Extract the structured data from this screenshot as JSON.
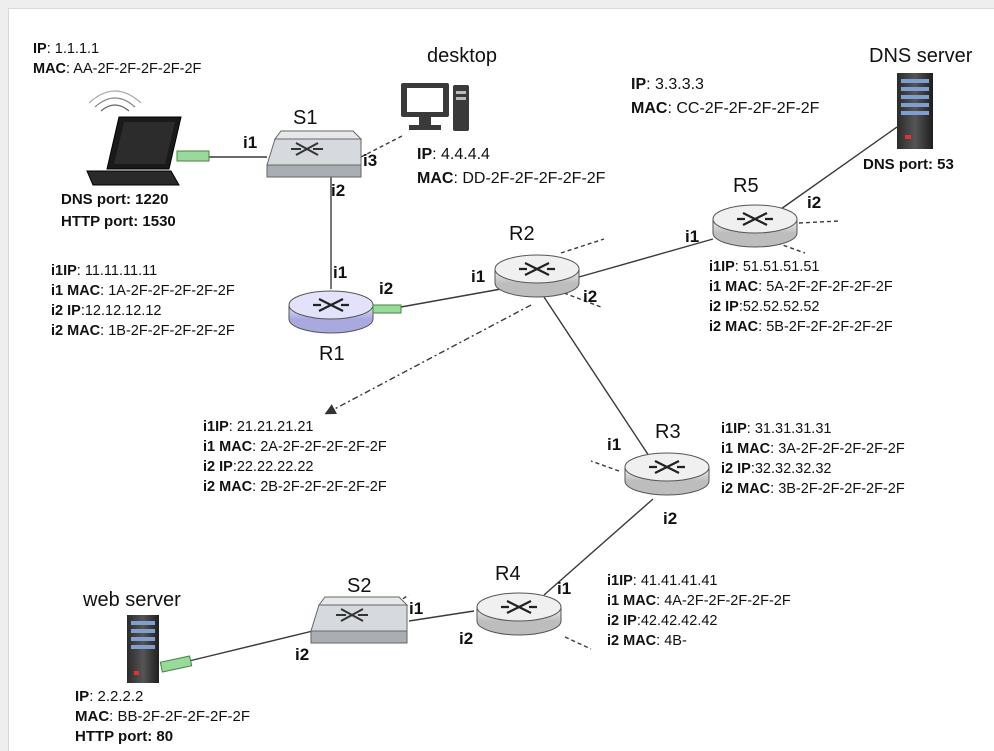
{
  "devices": {
    "desktop": "desktop",
    "dns_server": "DNS server",
    "web_server": "web server",
    "s1": "S1",
    "s2": "S2",
    "r1": "R1",
    "r2": "R2",
    "r3": "R3",
    "r4": "R4",
    "r5": "R5"
  },
  "laptop": {
    "ip_label": "IP",
    "ip": ": 1.1.1.1",
    "mac_label": "MAC",
    "mac": ": AA-2F-2F-2F-2F-2F",
    "dns_port": "DNS port: 1220",
    "http_port": "HTTP port: 1530"
  },
  "desktop_info": {
    "ip_label": "IP",
    "ip": ": 4.4.4.4",
    "mac_label": "MAC",
    "mac": ": DD-2F-2F-2F-2F-2F"
  },
  "dns_info": {
    "ip_label": "IP",
    "ip": ": 3.3.3.3",
    "mac_label": "MAC",
    "mac": ": CC-2F-2F-2F-2F-2F",
    "port": "DNS port: 53"
  },
  "web_info": {
    "ip_label": "IP",
    "ip": ": 2.2.2.2",
    "mac_label": "MAC",
    "mac": ": BB-2F-2F-2F-2F-2F",
    "port": "HTTP port: 80"
  },
  "r1_info": {
    "i1ip_label": "i1IP",
    "i1ip": ": 11.11.11.11",
    "i1mac_label": "i1 MAC",
    "i1mac": ": 1A-2F-2F-2F-2F-2F",
    "i2ip_label": "i2 IP",
    "i2ip": ":12.12.12.12",
    "i2mac_label": "i2 MAC",
    "i2mac": ": 1B-2F-2F-2F-2F-2F"
  },
  "r2_info": {
    "i1ip_label": "i1IP",
    "i1ip": ": 21.21.21.21",
    "i1mac_label": "i1 MAC",
    "i1mac": ": 2A-2F-2F-2F-2F-2F",
    "i2ip_label": "i2 IP",
    "i2ip": ":22.22.22.22",
    "i2mac_label": "i2 MAC",
    "i2mac": ": 2B-2F-2F-2F-2F-2F"
  },
  "r3_info": {
    "i1ip_label": "i1IP",
    "i1ip": ": 31.31.31.31",
    "i1mac_label": "i1 MAC",
    "i1mac": ": 3A-2F-2F-2F-2F-2F",
    "i2ip_label": "i2 IP",
    "i2ip": ":32.32.32.32",
    "i2mac_label": "i2 MAC",
    "i2mac": ": 3B-2F-2F-2F-2F-2F"
  },
  "r4_info": {
    "i1ip_label": "i1IP",
    "i1ip": ": 41.41.41.41",
    "i1mac_label": "i1 MAC",
    "i1mac": ": 4A-2F-2F-2F-2F-2F",
    "i2ip_label": "i2 IP",
    "i2ip": ":42.42.42.42",
    "i2mac_label": "i2 MAC",
    "i2mac": ": 4B-"
  },
  "r5_info": {
    "i1ip_label": "i1IP",
    "i1ip": ": 51.51.51.51",
    "i1mac_label": "i1 MAC",
    "i1mac": ": 5A-2F-2F-2F-2F-2F",
    "i2ip_label": "i2 IP",
    "i2ip": ":52.52.52.52",
    "i2mac_label": "i2 MAC",
    "i2mac": ": 5B-2F-2F-2F-2F-2F"
  },
  "interfaces": {
    "i1": "i1",
    "i2": "i2",
    "i3": "i3"
  },
  "colors": {
    "switch_fill": "#c9ccd1",
    "router_fill": "#d8d8d8",
    "r1_fill": "#c9c9f0",
    "link": "#3a3a3a",
    "port_green": "#9bd89b"
  }
}
